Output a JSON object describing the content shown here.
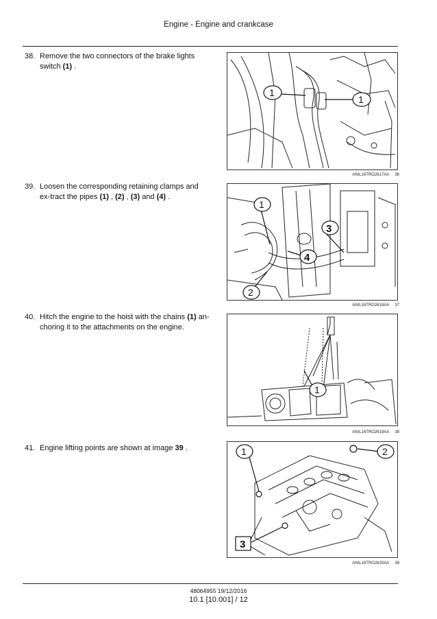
{
  "header": {
    "title": "Engine - Engine and crankcase"
  },
  "steps": [
    {
      "number": "38.",
      "parts": [
        "Remove the two connectors of the brake lights switch ",
        "(1)",
        " ."
      ]
    },
    {
      "number": "39.",
      "parts": [
        "Loosen the corresponding retaining clamps and ex-tract the pipes ",
        "(1)",
        " , ",
        "(2)",
        " , ",
        "(3)",
        " and ",
        "(4)",
        " ."
      ]
    },
    {
      "number": "40.",
      "parts": [
        "Hitch the engine to the hoist with the chains ",
        "(1)",
        " an-choring it to the attachments on the engine."
      ]
    },
    {
      "number": "41.",
      "parts": [
        "Engine lifting points are shown at image ",
        "39",
        " ."
      ]
    }
  ],
  "figures": [
    {
      "code": "ANIL16TRO2617AA",
      "number": "36",
      "callouts": [
        "1",
        "1"
      ]
    },
    {
      "code": "ANIL16TRO2618AA",
      "number": "37",
      "callouts": [
        "1",
        "2",
        "3",
        "4"
      ]
    },
    {
      "code": "ANIL16TRO2619AA",
      "number": "38",
      "callouts": [
        "1"
      ]
    },
    {
      "code": "ANIL16TRO2620AA",
      "number": "39",
      "callouts": [
        "1",
        "2",
        "3"
      ]
    }
  ],
  "footer": {
    "doc_info": "48064955 19/12/2016",
    "page": "10.1 [10.001] / 12"
  }
}
